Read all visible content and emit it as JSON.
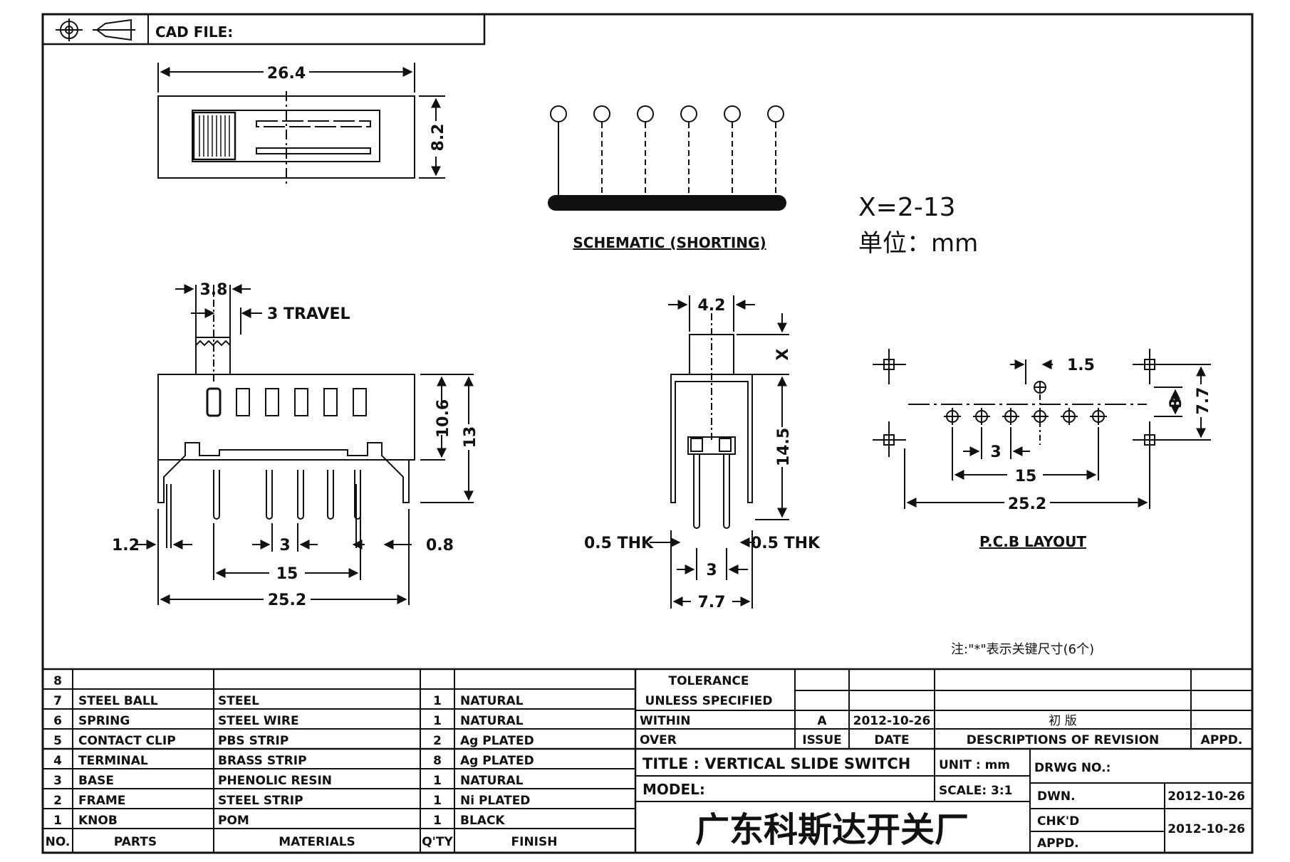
{
  "header": {
    "cad_file_label": "CAD FILE:"
  },
  "views": {
    "top_view": {
      "width": "26.4",
      "height": "8.2"
    },
    "schematic": {
      "label": "SCHEMATIC (SHORTING)"
    },
    "spec": {
      "x_range": "X=2-13",
      "unit": "单位：mm"
    },
    "front_view": {
      "knob_width": "3.8",
      "travel": "3 TRAVEL",
      "body_height": "10.6",
      "total_height": "13",
      "left_margin": "1.2",
      "right_margin": "0.8",
      "pitch": "3",
      "pin_span": "15",
      "overall": "25.2"
    },
    "side_view": {
      "knob_width": "4.2",
      "knob_height": "X",
      "height": "14.5",
      "thk_left": "0.5 THK",
      "thk_right": "0.5 THK",
      "pitch": "3",
      "width": "7.7"
    },
    "pcb_layout": {
      "label": "P.C.B LAYOUT",
      "offset": "1.5",
      "row_gap": "3",
      "height": "7.7",
      "pitch": "3",
      "pin_span": "15",
      "overall": "25.2"
    },
    "note": "注:\"*\"表示关键尺寸(6个)"
  },
  "parts_table": {
    "headers": {
      "no": "NO.",
      "parts": "PARTS",
      "materials": "MATERIALS",
      "qty": "Q'TY",
      "finish": "FINISH"
    },
    "rows": [
      {
        "no": "8",
        "part": "",
        "material": "",
        "qty": "",
        "finish": ""
      },
      {
        "no": "7",
        "part": "STEEL BALL",
        "material": "STEEL",
        "qty": "1",
        "finish": "NATURAL"
      },
      {
        "no": "6",
        "part": "SPRING",
        "material": "STEEL WIRE",
        "qty": "1",
        "finish": "NATURAL"
      },
      {
        "no": "5",
        "part": "CONTACT CLIP",
        "material": "PBS STRIP",
        "qty": "2",
        "finish": "Ag PLATED"
      },
      {
        "no": "4",
        "part": "TERMINAL",
        "material": "BRASS STRIP",
        "qty": "8",
        "finish": "Ag PLATED"
      },
      {
        "no": "3",
        "part": "BASE",
        "material": "PHENOLIC RESIN",
        "qty": "1",
        "finish": "NATURAL"
      },
      {
        "no": "2",
        "part": "FRAME",
        "material": "STEEL STRIP",
        "qty": "1",
        "finish": "Ni PLATED"
      },
      {
        "no": "1",
        "part": "KNOB",
        "material": "POM",
        "qty": "1",
        "finish": "BLACK"
      }
    ]
  },
  "title_block": {
    "tolerance": "TOLERANCE",
    "unless_specified": "UNLESS   SPECIFIED",
    "within": "WITHIN",
    "over": "OVER",
    "issue_value": "A",
    "date_value": "2012-10-26",
    "revision_desc": "初  版",
    "issue_label": "ISSUE",
    "date_label": "DATE",
    "desc_label": "DESCRIPTIONS OF REVISION",
    "appd_label": "APPD.",
    "title": "TITLE :   VERTICAL  SLIDE  SWITCH",
    "unit": "UNIT :   mm",
    "drwg_no": "DRWG NO.:",
    "model": "MODEL:",
    "scale": "SCALE:   3:1",
    "dwn_label": "DWN.",
    "dwn_date": "2012-10-26",
    "company": "广东科斯达开关厂",
    "chkd_label": "CHK'D",
    "chkd_date": "2012-10-26",
    "appd2_label": "APPD."
  }
}
